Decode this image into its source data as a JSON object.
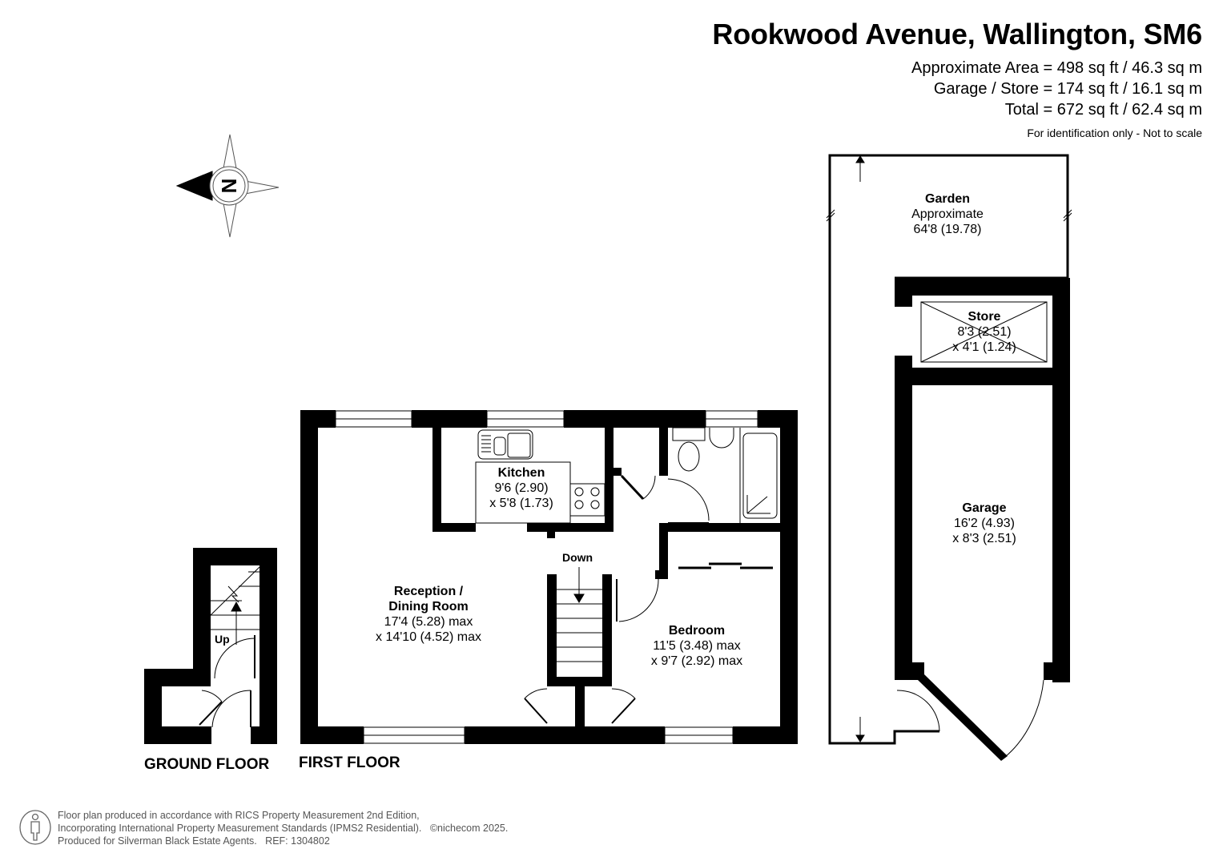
{
  "header": {
    "title": "Rookwood Avenue, Wallington, SM6",
    "areas": [
      "Approximate Area = 498 sq ft / 46.3 sq m",
      "Garage / Store = 174 sq ft / 16.1 sq m",
      "Total = 672 sq ft / 62.4 sq m"
    ],
    "note": "For identification only - Not to scale"
  },
  "compass": {
    "icon": "north-compass-icon",
    "label": "N"
  },
  "rooms": {
    "kitchen": {
      "name": "Kitchen",
      "dim1": "9'6 (2.90)",
      "dim2": "x 5'8 (1.73)"
    },
    "reception": {
      "name1": "Reception /",
      "name2": "Dining Room",
      "dim1": "17'4 (5.28) max",
      "dim2": "x 14'10 (4.52) max"
    },
    "bedroom": {
      "name": "Bedroom",
      "dim1": "11'5 (3.48) max",
      "dim2": "x 9'7 (2.92) max"
    },
    "garden": {
      "name": "Garden",
      "dim1": "Approximate",
      "dim2": "64'8 (19.78)"
    },
    "store": {
      "name": "Store",
      "dim1": "8'3 (2.51)",
      "dim2": "x 4'1 (1.24)"
    },
    "garage": {
      "name": "Garage",
      "dim1": "16'2 (4.93)",
      "dim2": "x 8'3 (2.51)"
    }
  },
  "stairs": {
    "down": "Down",
    "up": "Up"
  },
  "floors": {
    "ground": "GROUND FLOOR",
    "first": "FIRST FLOOR"
  },
  "footer": {
    "line1": "Floor plan produced in accordance with RICS Property Measurement 2nd Edition,",
    "line2": "Incorporating International Property Measurement Standards (IPMS2 Residential).",
    "copyright": "©nichecom 2025.",
    "line3": "Produced for Silverman Black Estate Agents.",
    "ref": "REF: 1304802",
    "icon": "person-logo-icon"
  }
}
